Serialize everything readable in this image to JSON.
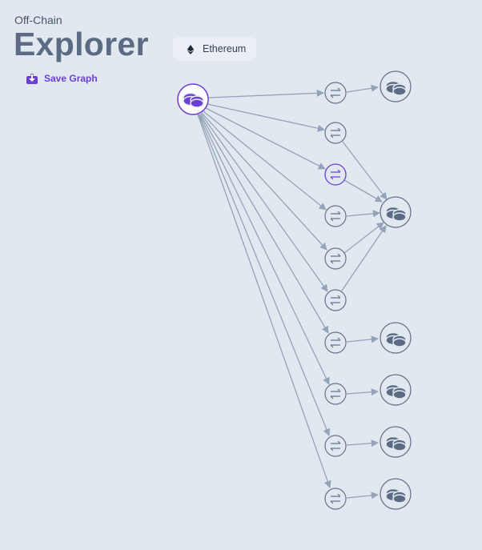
{
  "header": {
    "subtitle": "Off-Chain",
    "title": "Explorer"
  },
  "network": {
    "label": "Ethereum",
    "icon": "ethereum-icon"
  },
  "actions": {
    "save_label": "Save Graph",
    "save_icon": "download-icon"
  },
  "colors": {
    "background": "#e2e8f0",
    "accent": "#6b3fd4",
    "node_stroke": "#64748b",
    "edge": "#94a3b8",
    "coin_fill": "#5b6b84"
  },
  "graph": {
    "source_node": "coin-source",
    "transfer_nodes": [
      "t1",
      "t2",
      "t3",
      "t4",
      "t5",
      "t6",
      "t7",
      "t8",
      "t9",
      "t10"
    ],
    "highlighted_transfer": "t3",
    "target_nodes": [
      "c1",
      "c2",
      "c3",
      "c4",
      "c5",
      "c6"
    ]
  }
}
